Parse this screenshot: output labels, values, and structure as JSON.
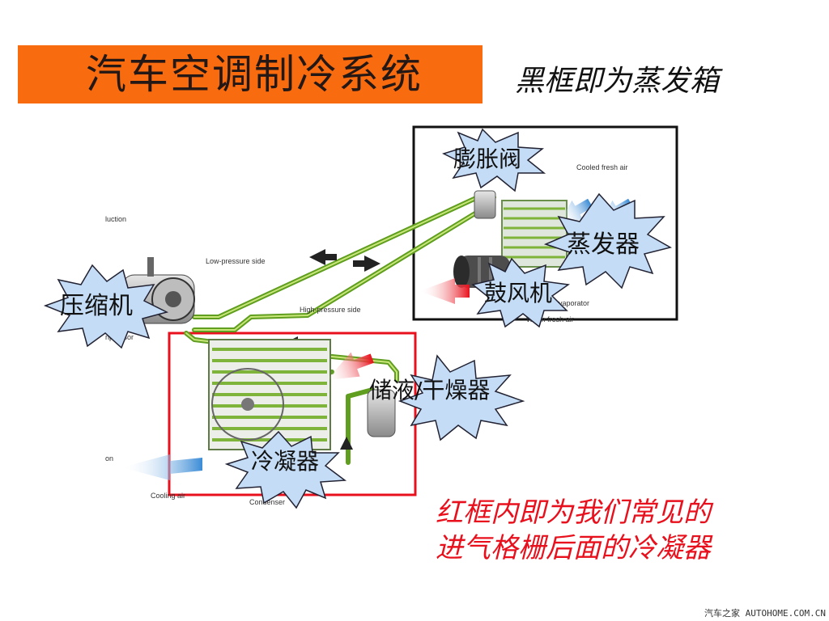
{
  "title": "汽车空调制冷系统",
  "black_box_note": "黑框即为蒸发箱",
  "red_box_note_line1": "红框内即为我们常见的",
  "red_box_note_line2": "进气格栅后面的冷凝器",
  "footer": "汽车之家 AUTOHOME.COM.CN",
  "components": {
    "expansion_valve": "膨胀阀",
    "evaporator": "蒸发器",
    "blower": "鼓风机",
    "compressor": "压缩机",
    "receiver_drier": "储液/干燥器",
    "condenser": "冷凝器"
  },
  "english_labels": {
    "suction": "luction",
    "low_pressure": "Low-pressure side",
    "high_pressure": "High-pressure side",
    "cooled_air": "Cooled fresh air",
    "vaporator": "vaporator",
    "warm_air": "Warm fresh air",
    "compressor_en": "npressor",
    "cooling_air": "Cooling air",
    "condenser_en": "Condenser",
    "on": "on"
  },
  "colors": {
    "title_bg": "#f96b0f",
    "black_frame": "#111111",
    "red_frame": "#e8101c",
    "pipe": "#8dc63f",
    "burst_fill": "#c4dcf5",
    "red_text": "#e8101c"
  }
}
